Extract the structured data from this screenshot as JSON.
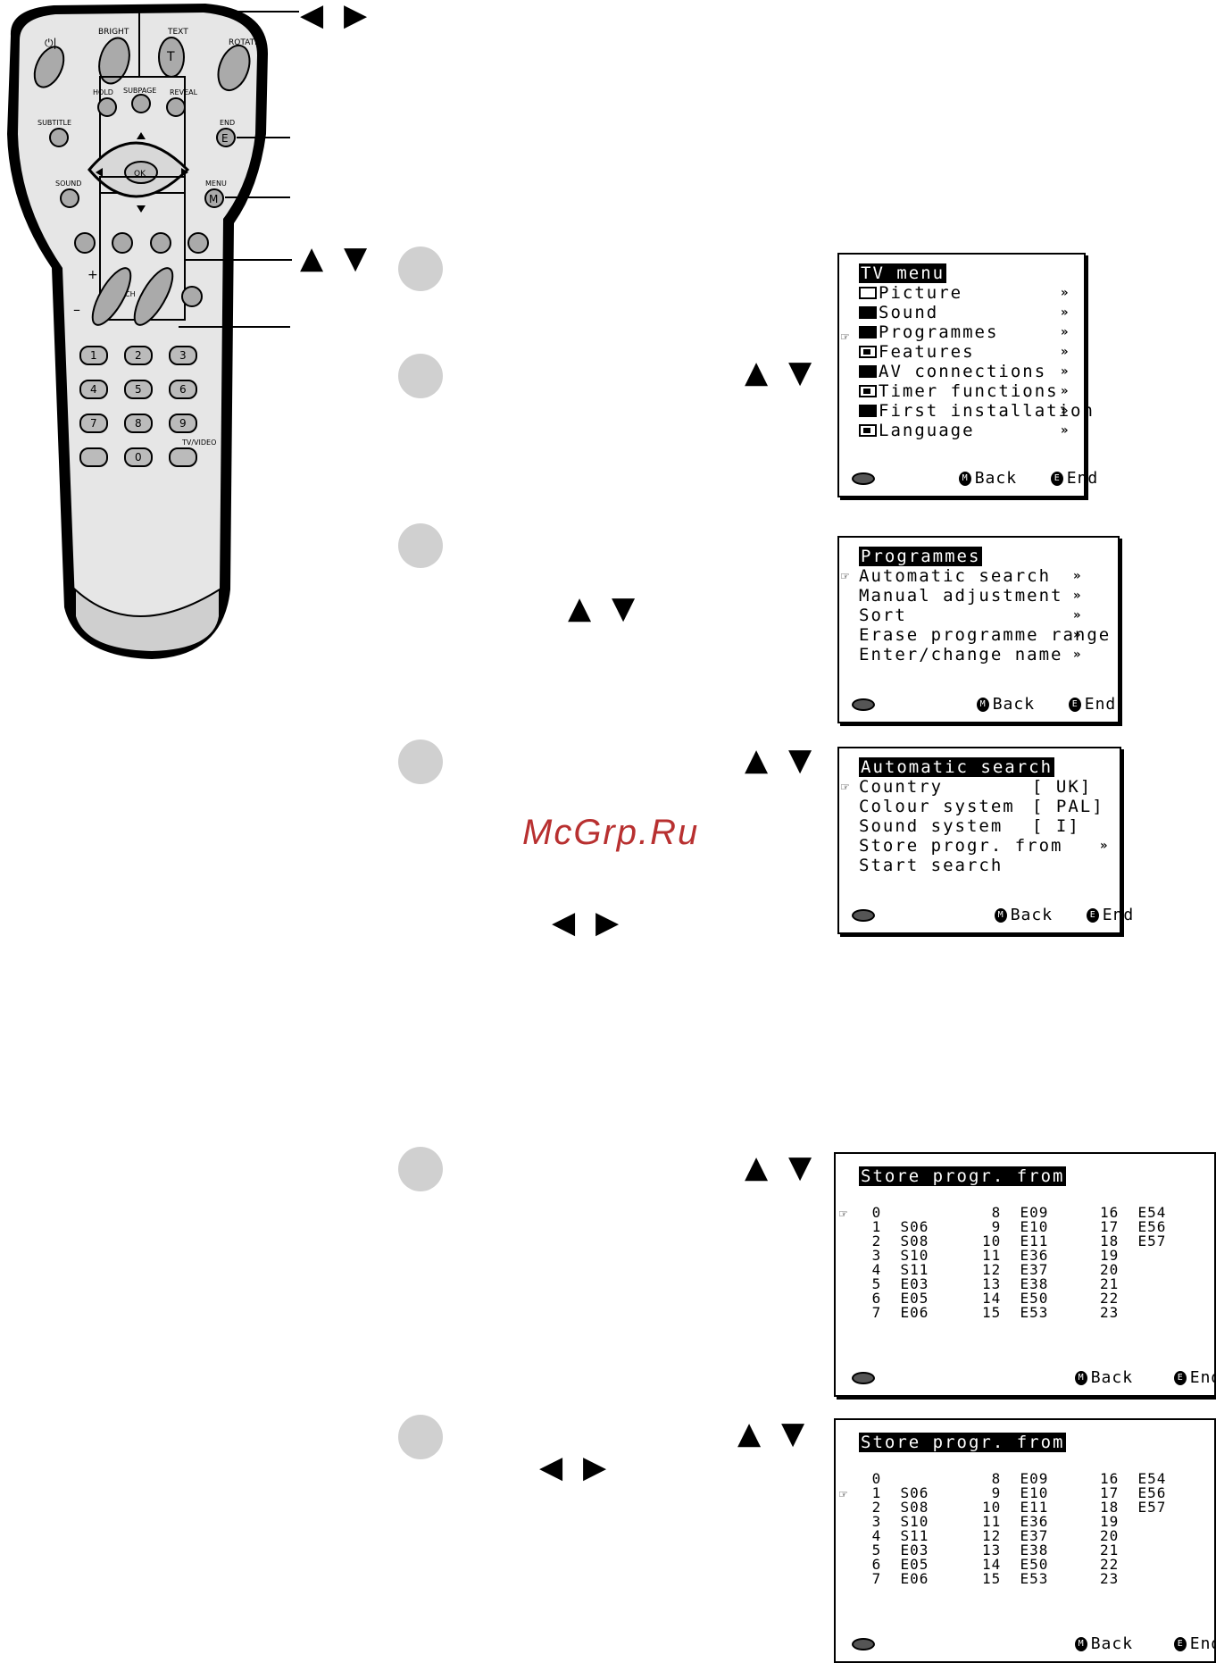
{
  "remote": {
    "buttons": {
      "power": "⏻|",
      "bright": "BRIGHT",
      "text": "TEXT",
      "text_t": "T",
      "rotate": "ROTATE",
      "hold": "HOLD",
      "subpage": "SUBPAGE",
      "reveal": "REVEAL",
      "subtitle": "SUBTITLE",
      "end": "END",
      "end_e": "E",
      "ok": "OK",
      "sound": "SOUND",
      "menu": "MENU",
      "menu_m": "M",
      "ch": "CH",
      "tvvideo": "TV/VIDEO",
      "digits": [
        "1",
        "2",
        "3",
        "4",
        "5",
        "6",
        "7",
        "8",
        "9",
        "0"
      ]
    }
  },
  "callouts": {
    "left_right": "◀ ▶",
    "up_down": "▲ ▼"
  },
  "steps": {
    "s2_arrows": "▲ ▼",
    "s3_arrows": "▲ ▼",
    "s4_arrows": "▲ ▼",
    "s4_lr": "◀ ▶",
    "s5_arrows": "▲ ▼",
    "s6_arrows": "▲ ▼",
    "s6_lr": "◀ ▶"
  },
  "watermark": "McGrp.Ru",
  "osd_common": {
    "back": "Back",
    "end": "End",
    "m": "M",
    "e": "E"
  },
  "tv_menu": {
    "title": "TV menu",
    "items": [
      "Picture",
      "Sound",
      "Programmes",
      "Features",
      "AV connections",
      "Timer functions",
      "First installation",
      "Language"
    ],
    "chevron": "»"
  },
  "programmes_menu": {
    "title": "Programmes",
    "items": [
      "Automatic search",
      "Manual adjustment",
      "Sort",
      "Erase programme range",
      "Enter/change name"
    ],
    "chevron": "»"
  },
  "auto_search": {
    "title": "Automatic search",
    "rows": [
      {
        "label": "Country",
        "value": "[   UK]"
      },
      {
        "label": "Colour system",
        "value": "[  PAL]"
      },
      {
        "label": "Sound system",
        "value": "[    I]"
      },
      {
        "label": "Store progr. from",
        "value": "»"
      },
      {
        "label": "Start search",
        "value": ""
      }
    ]
  },
  "store_progr": {
    "title": "Store progr. from",
    "col1": [
      " 0",
      " 1  S06",
      " 2  S08",
      " 3  S10",
      " 4  S11",
      " 5  E03",
      " 6  E05",
      " 7  E06"
    ],
    "col2": [
      " 8  E09",
      " 9  E10",
      "10  E11",
      "11  E36",
      "12  E37",
      "13  E38",
      "14  E50",
      "15  E53"
    ],
    "col3": [
      "16  E54",
      "17  E56",
      "18  E57",
      "19",
      "20",
      "21",
      "22",
      "23"
    ]
  }
}
